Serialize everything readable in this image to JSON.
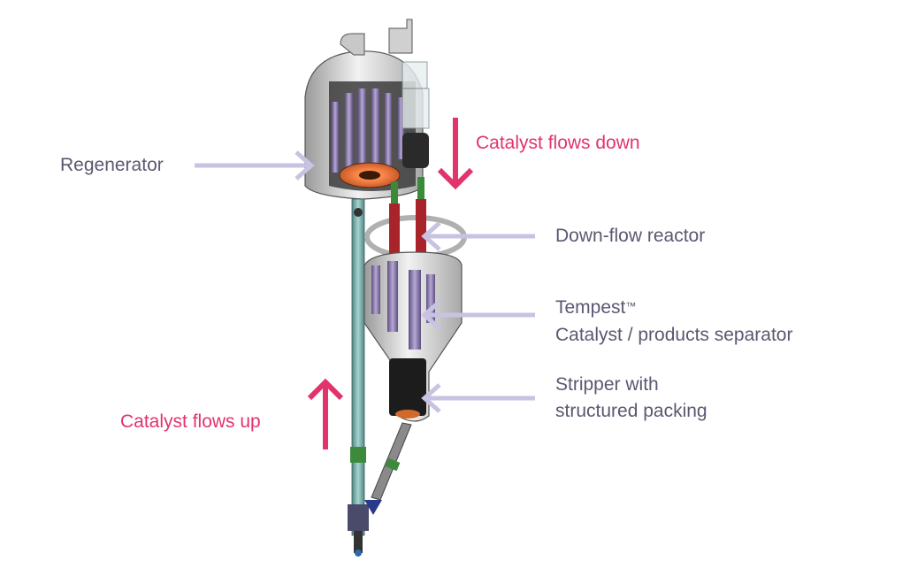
{
  "labels": {
    "regenerator": "Regenerator",
    "down_flow_reactor": "Down-flow reactor",
    "separator_line1": "Tempest",
    "separator_tm": "™",
    "separator_line2": "Catalyst /  products separator",
    "stripper_line1": "Stripper with",
    "stripper_line2": "structured packing",
    "catalyst_down": "Catalyst flows down",
    "catalyst_up": "Catalyst flows up"
  },
  "colors": {
    "pointer_arrow": "#c9c3e3",
    "flow_arrow": "#e2336b",
    "label_text": "#5a5870",
    "riser_pipe": "#6aa3a0",
    "cyclone": "#8a7aa8",
    "vessel_shell": "#d9d9d9"
  },
  "icons": {
    "flow_down": "arrow-down-icon",
    "flow_up": "arrow-up-icon",
    "pointer": "arrow-right-icon"
  }
}
